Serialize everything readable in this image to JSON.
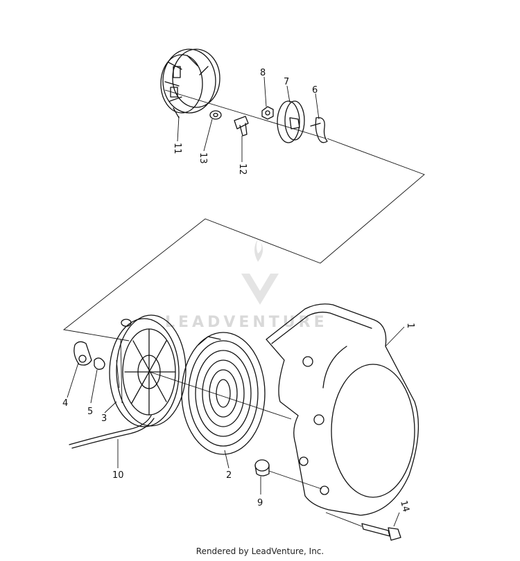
{
  "watermark": {
    "text": "LEADVENTURE"
  },
  "footer": {
    "text": "Rendered by LeadVenture, Inc."
  },
  "callouts": {
    "c1": "1",
    "c2": "2",
    "c3": "3",
    "c4": "4",
    "c5": "5",
    "c6": "6",
    "c7": "7",
    "c8": "8",
    "c9": "9",
    "c10": "10",
    "c11": "11",
    "c12": "12",
    "c13": "13",
    "c14": "14"
  }
}
